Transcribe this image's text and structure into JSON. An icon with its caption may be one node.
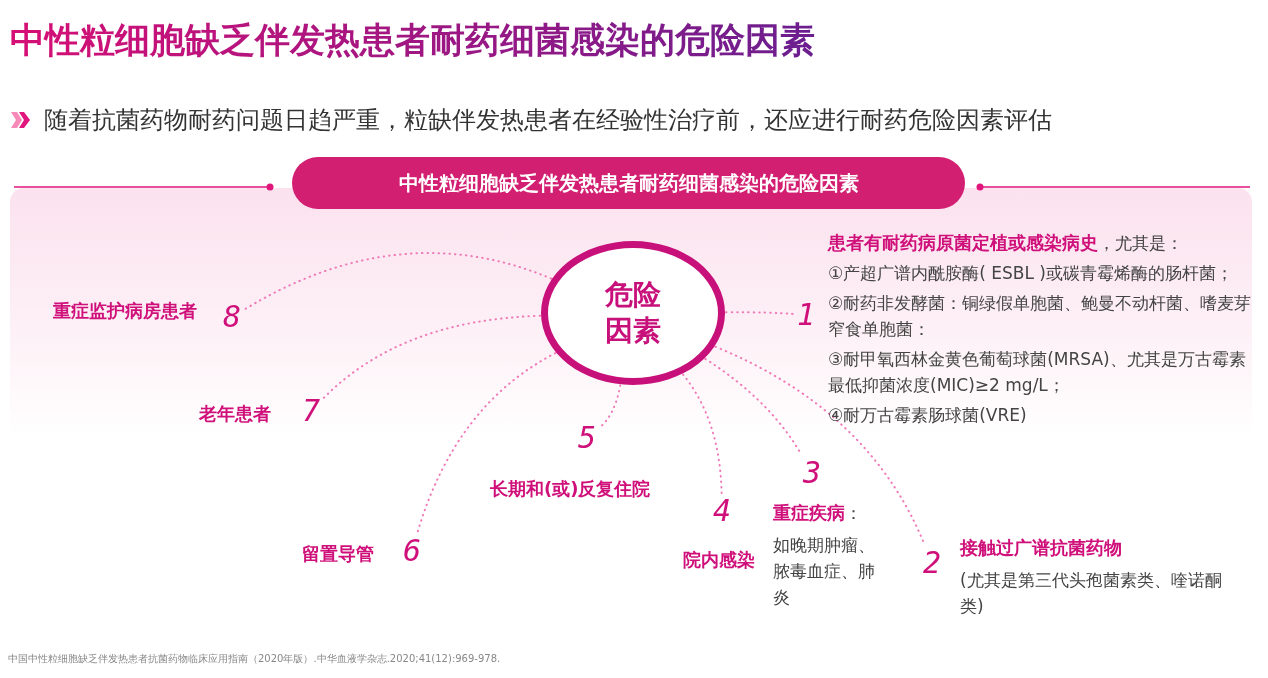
{
  "diagram": {
    "title": "中性粒细胞缺乏伴发热患者耐药细菌感染的危险因素",
    "caption": "中国中性粒细胞缺乏伴发热患者抗菌药物临床应用指南（2020年版）.中华血液学杂志.2020;41(12):969-978.",
    "labels": [
      "随着抗菌药物耐药问题日趋严重，粒缺伴发热患者在经验性治疗前，还应进行耐药危险因素评估"
    ],
    "nodes": [
      {
        "text": [
          "中性粒细胞缺乏伴发热患者耐药细菌感染的危险因素"
        ]
      },
      {
        "text": [
          "危险因素"
        ]
      },
      {
        "text": [
          "1"
        ],
        "beside": [
          "**患者有耐药病原菌定植或感染病史**，尤其是：",
          "①产超广谱内酰胺酶( ESBL )或碳青霉烯酶的肠杆菌；",
          "②耐药非发酵菌：铜绿假单胞菌、鲍曼不动杆菌、嗜麦芽窄食单胞菌：",
          "③耐甲氧西林金黄色葡萄球菌(MRSA)、尤其是万古霉素最低抑菌浓度(MIC)≥2 mg/L；",
          "④耐万古霉素肠球菌(VRE)"
        ]
      },
      {
        "text": [
          "2"
        ],
        "beside": [
          "接触过广谱抗菌药物",
          "(尤其是第三代头孢菌素类、喹诺酮类)"
        ]
      },
      {
        "text": [
          "3"
        ],
        "beside": [
          "**重症疾病**：",
          "如晚期肿瘤、脓毒血症、肺炎"
        ]
      },
      {
        "text": [
          "4"
        ],
        "beside": [
          "院内感染"
        ]
      },
      {
        "text": [
          "5"
        ],
        "beside": [
          "长期和(或)反复住院"
        ]
      },
      {
        "text": [
          "6"
        ],
        "beside": [
          "留置导管"
        ]
      },
      {
        "text": [
          "7"
        ],
        "beside": [
          "老年患者"
        ]
      },
      {
        "text": [
          "8"
        ],
        "beside": [
          "重症监护病房患者"
        ]
      }
    ],
    "edges": [
      {
        "from": 1,
        "to": 2,
        "arrow": "none"
      },
      {
        "from": 1,
        "to": 3,
        "arrow": "none"
      },
      {
        "from": 1,
        "to": 4,
        "arrow": "none"
      },
      {
        "from": 1,
        "to": 5,
        "arrow": "none"
      },
      {
        "from": 1,
        "to": 6,
        "arrow": "none"
      },
      {
        "from": 1,
        "to": 7,
        "arrow": "none"
      },
      {
        "from": 1,
        "to": 8,
        "arrow": "none"
      },
      {
        "from": 1,
        "to": 9,
        "arrow": "none"
      }
    ]
  }
}
